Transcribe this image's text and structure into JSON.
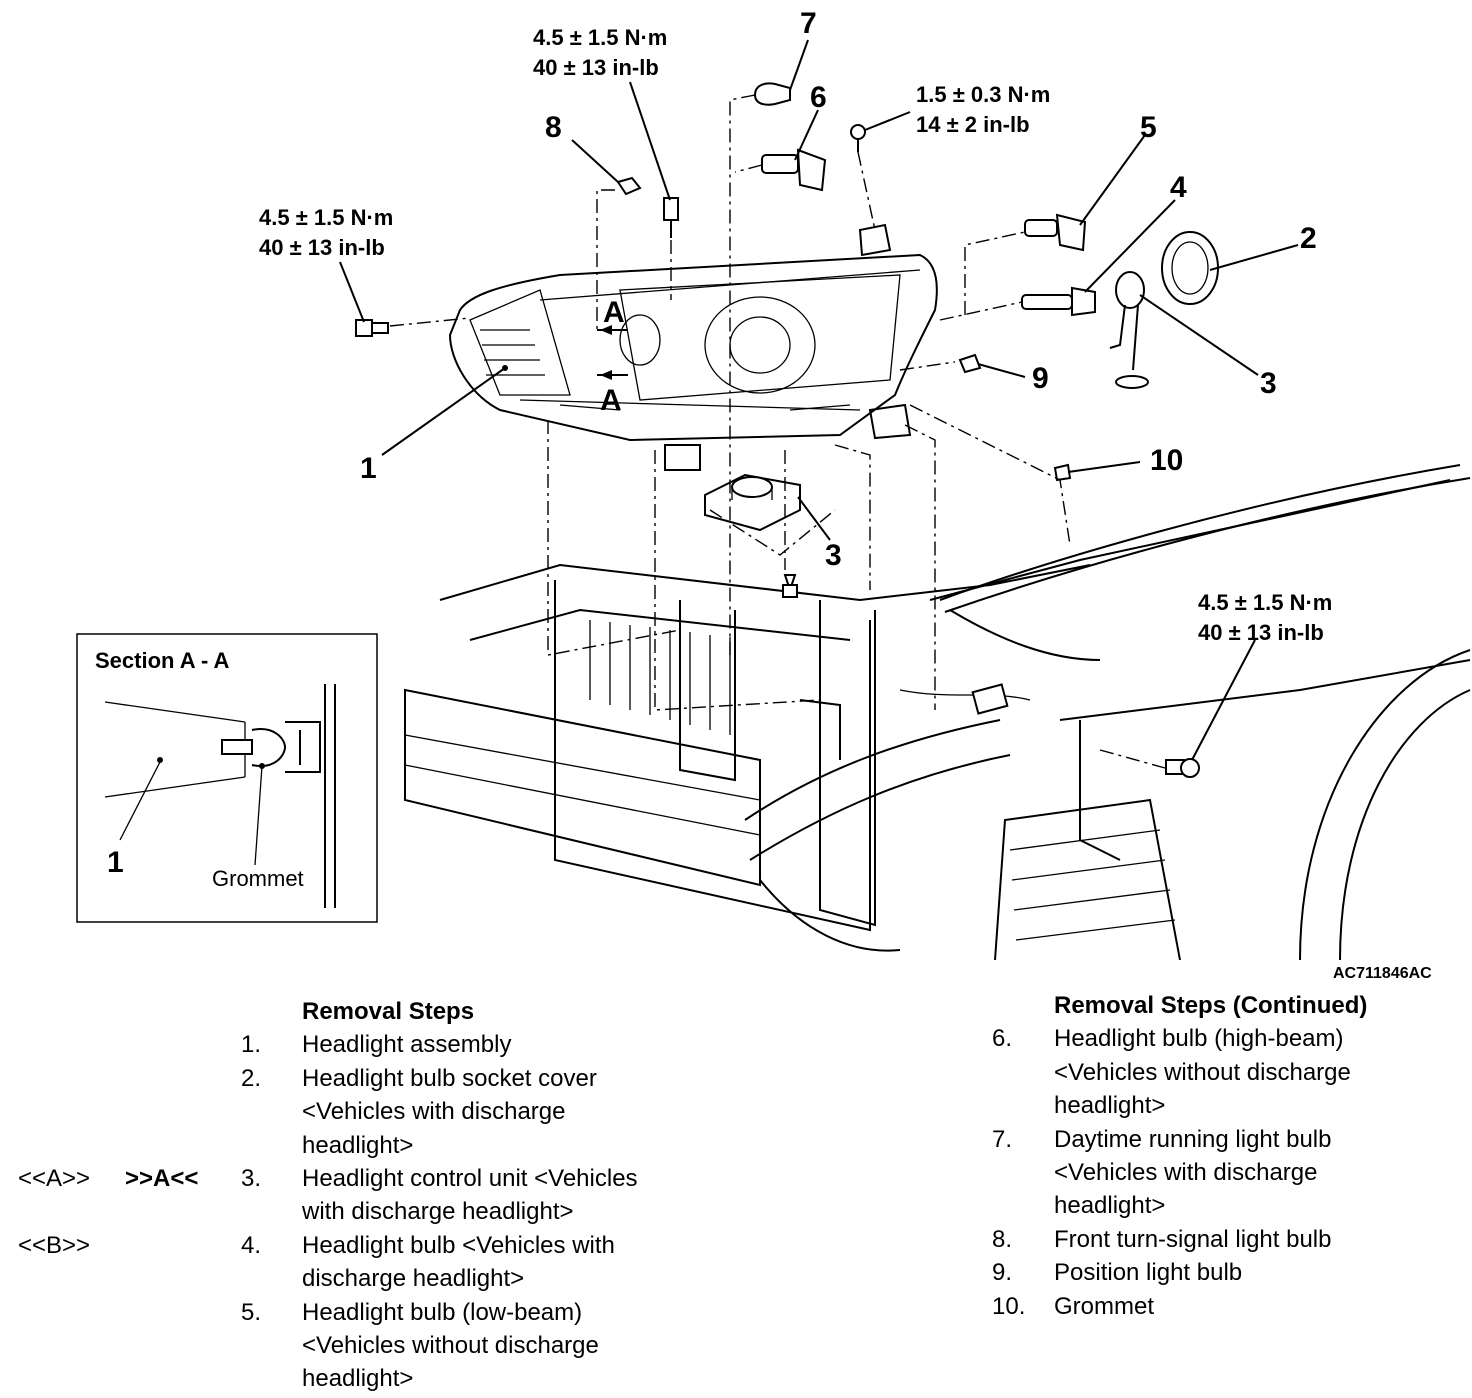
{
  "callouts": {
    "c1": "1",
    "c2": "2",
    "c3a": "3",
    "c3b": "3",
    "c4": "4",
    "c5": "5",
    "c6": "6",
    "c7": "7",
    "c8": "8",
    "c9": "9",
    "c10": "10",
    "secA_top": "A",
    "secA_bot": "A"
  },
  "torques": {
    "t1": [
      "4.5 ± 1.5 N·m",
      "40 ± 13 in-lb"
    ],
    "t2": [
      "4.5 ± 1.5 N·m",
      "40 ± 13 in-lb"
    ],
    "t3": [
      "1.5 ± 0.3 N·m",
      "14 ± 2 in-lb"
    ],
    "t4": [
      "4.5 ± 1.5 N·m",
      "40 ± 13 in-lb"
    ]
  },
  "section": {
    "title": "Section A - A",
    "part_num": "1",
    "grommet": "Grommet"
  },
  "figure_id": "AC711846AC",
  "left_steps": {
    "heading": "Removal Steps",
    "items": [
      {
        "num": "1.",
        "lines": [
          "Headlight assembly"
        ]
      },
      {
        "num": "2.",
        "lines": [
          "Headlight bulb socket cover",
          "<Vehicles with discharge",
          "headlight>"
        ]
      },
      {
        "num": "3.",
        "lines": [
          "Headlight control unit <Vehicles",
          "with discharge headlight>"
        ],
        "marks": [
          "<<A>>",
          ">>A<<"
        ]
      },
      {
        "num": "4.",
        "lines": [
          "Headlight bulb <Vehicles with",
          "discharge headlight>"
        ],
        "marks": [
          "<<B>>"
        ]
      },
      {
        "num": "5.",
        "lines": [
          "Headlight bulb (low-beam)",
          "<Vehicles without discharge",
          "headlight>"
        ]
      }
    ]
  },
  "right_steps": {
    "heading": "Removal Steps (Continued)",
    "items": [
      {
        "num": "6.",
        "lines": [
          "Headlight bulb (high-beam)",
          "<Vehicles without discharge",
          "headlight>"
        ]
      },
      {
        "num": "7.",
        "lines": [
          "Daytime running light bulb",
          "<Vehicles with discharge",
          "headlight>"
        ]
      },
      {
        "num": "8.",
        "lines": [
          "Front turn-signal light bulb"
        ]
      },
      {
        "num": "9.",
        "lines": [
          "Position light bulb"
        ]
      },
      {
        "num": "10.",
        "lines": [
          "Grommet"
        ]
      }
    ]
  }
}
